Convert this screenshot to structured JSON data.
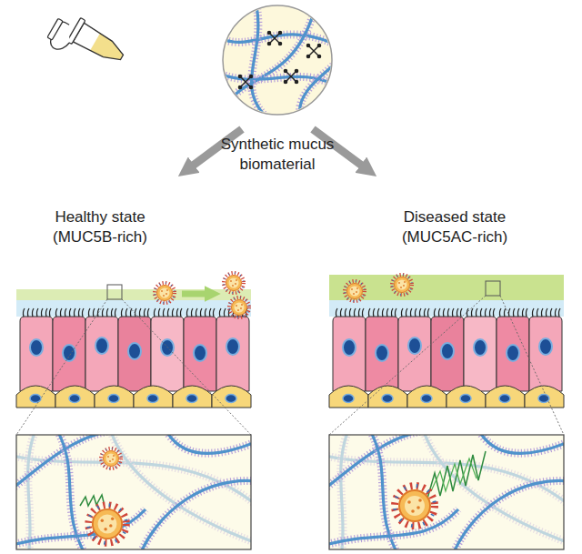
{
  "diagram": {
    "labels": [
      "Synthetic mucus biomaterial",
      "Healthy state (MUC5B-rich)",
      "Diseased state (MUC5AC-rich)"
    ]
  }
}
